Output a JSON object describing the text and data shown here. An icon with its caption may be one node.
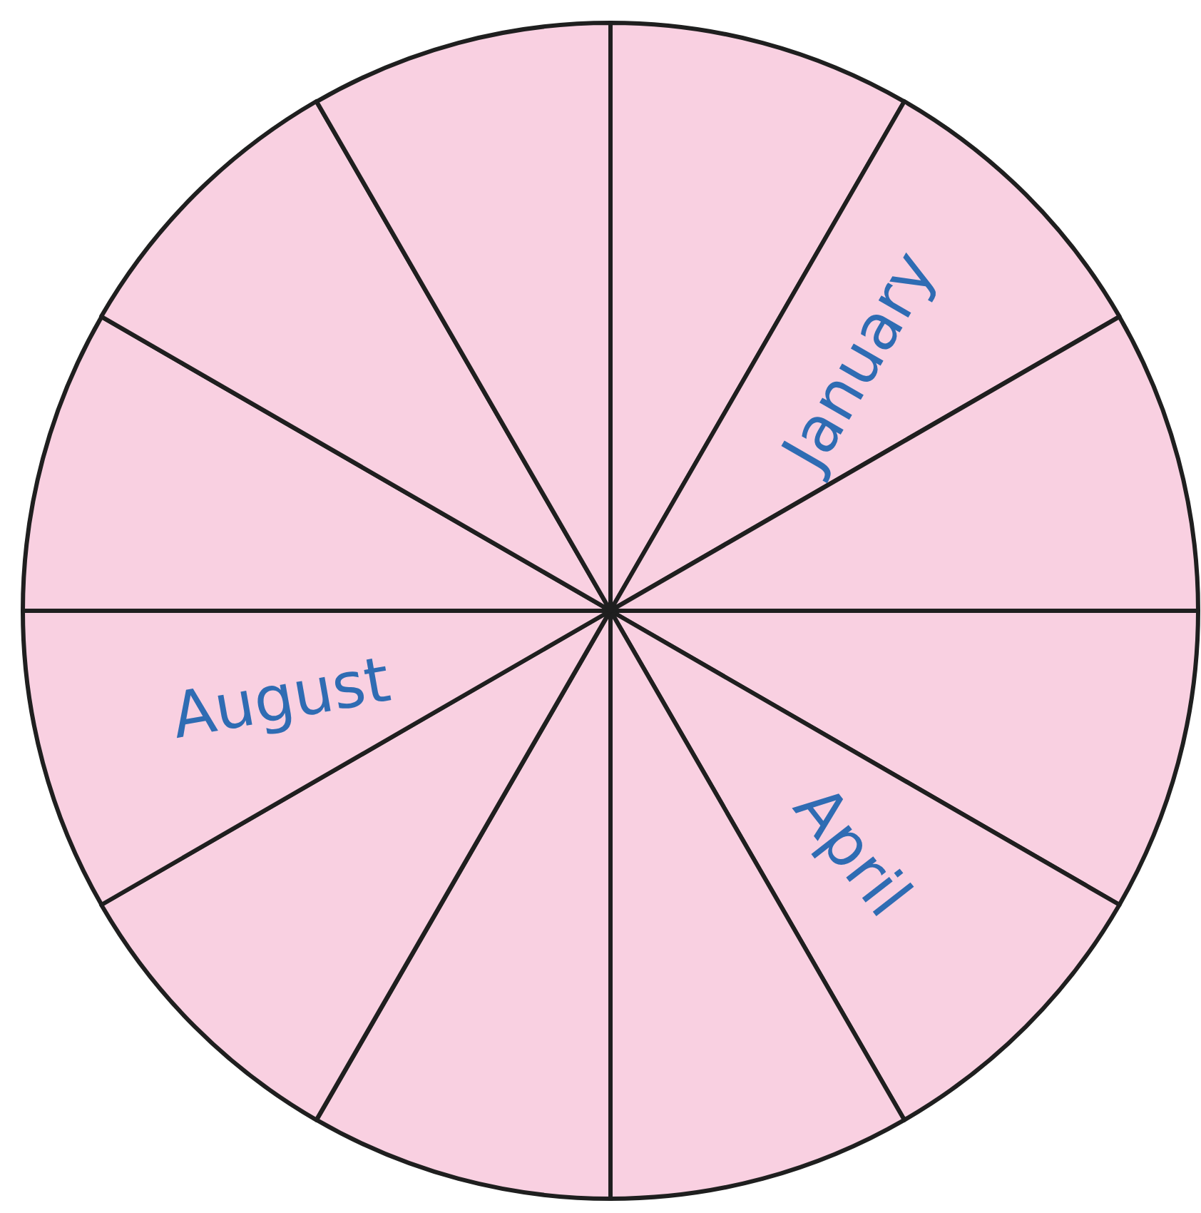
{
  "diagram": {
    "nodes": [
      {
        "text": [],
        "shape": "wedge"
      },
      {
        "text": [
          "January"
        ]
      },
      {
        "text": [],
        "shape": "wedge"
      },
      {
        "text": [],
        "shape": "wedge"
      },
      {
        "text": [
          "April"
        ]
      },
      {
        "text": [],
        "shape": "wedge"
      },
      {
        "text": [],
        "shape": "wedge"
      },
      {
        "text": [],
        "shape": "wedge"
      },
      {
        "text": [
          "August"
        ]
      },
      {
        "text": [],
        "shape": "wedge"
      },
      {
        "text": [],
        "shape": "wedge"
      },
      {
        "text": [],
        "shape": "wedge"
      }
    ]
  }
}
